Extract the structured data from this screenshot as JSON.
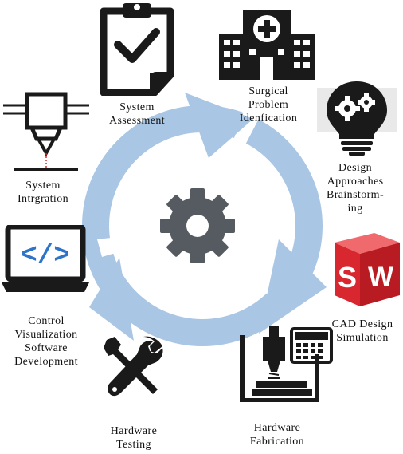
{
  "steps": [
    {
      "id": "system-assessment",
      "label": "System\nAssessment",
      "icon": "clipboard-check-icon"
    },
    {
      "id": "surgical-problem",
      "label": "Surgical\nProblem\nIdenfication",
      "icon": "hospital-icon"
    },
    {
      "id": "design-approaches",
      "label": "Design\nApproaches\nBrainstorm-\ning",
      "icon": "lightbulb-gears-icon"
    },
    {
      "id": "cad-design",
      "label": "CAD Design\nSimulation",
      "icon": "solidworks-cube-icon",
      "logo_text": "SW"
    },
    {
      "id": "hardware-fabrication",
      "label": "Hardware\nFabrication",
      "icon": "cnc-machine-icon"
    },
    {
      "id": "hardware-testing",
      "label": "Hardware\nTesting",
      "icon": "wrench-screwdriver-icon"
    },
    {
      "id": "control-software",
      "label": "Control\nVisualization\nSoftware\nDevelopment",
      "icon": "laptop-code-icon",
      "code_glyph": "</>"
    },
    {
      "id": "system-integration",
      "label": "System\nIntrgration",
      "icon": "laser-printhead-icon"
    }
  ],
  "center_icon": "gear-icon",
  "colors": {
    "cycle_arrow": "#a9c6e4",
    "icon_dark": "#1a1a1a",
    "gear": "#555b61",
    "sw_red": "#d8272e",
    "code_blue": "#2e74c8"
  }
}
